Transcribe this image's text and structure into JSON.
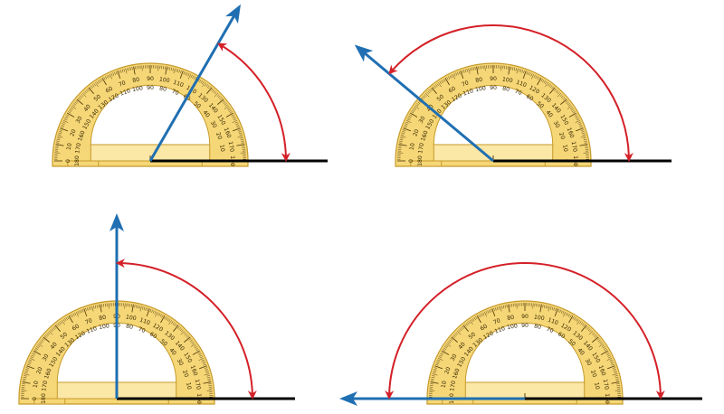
{
  "colors": {
    "protractor_fill": "#f6d777",
    "protractor_edge": "#c59a2a",
    "protractor_inner": "#fbe7a6",
    "tick": "#5a4210",
    "scale_text": "#3a2a05",
    "baseline": "#000000",
    "measured_ray": "#1f6fb2",
    "angle_arc": "#d42027"
  },
  "protractor": {
    "outer_scale_labels": [
      "0",
      "10",
      "20",
      "30",
      "40",
      "50",
      "60",
      "70",
      "80",
      "90",
      "100",
      "110",
      "120",
      "130",
      "140",
      "150",
      "160",
      "170",
      "180"
    ],
    "inner_scale_labels": [
      "180",
      "170",
      "160",
      "150",
      "140",
      "130",
      "120",
      "110",
      "100",
      "90",
      "80",
      "70",
      "60",
      "50",
      "40",
      "30",
      "20",
      "10",
      "0"
    ]
  },
  "panels": [
    {
      "id": "top-left",
      "angle_deg": 60,
      "arrow_on_arc": "start"
    },
    {
      "id": "top-right",
      "angle_deg": 140,
      "arrow_on_arc": "end"
    },
    {
      "id": "bottom-left",
      "angle_deg": 90,
      "arrow_on_arc": "end"
    },
    {
      "id": "bottom-right",
      "angle_deg": 180,
      "arrow_on_arc": "end"
    }
  ]
}
